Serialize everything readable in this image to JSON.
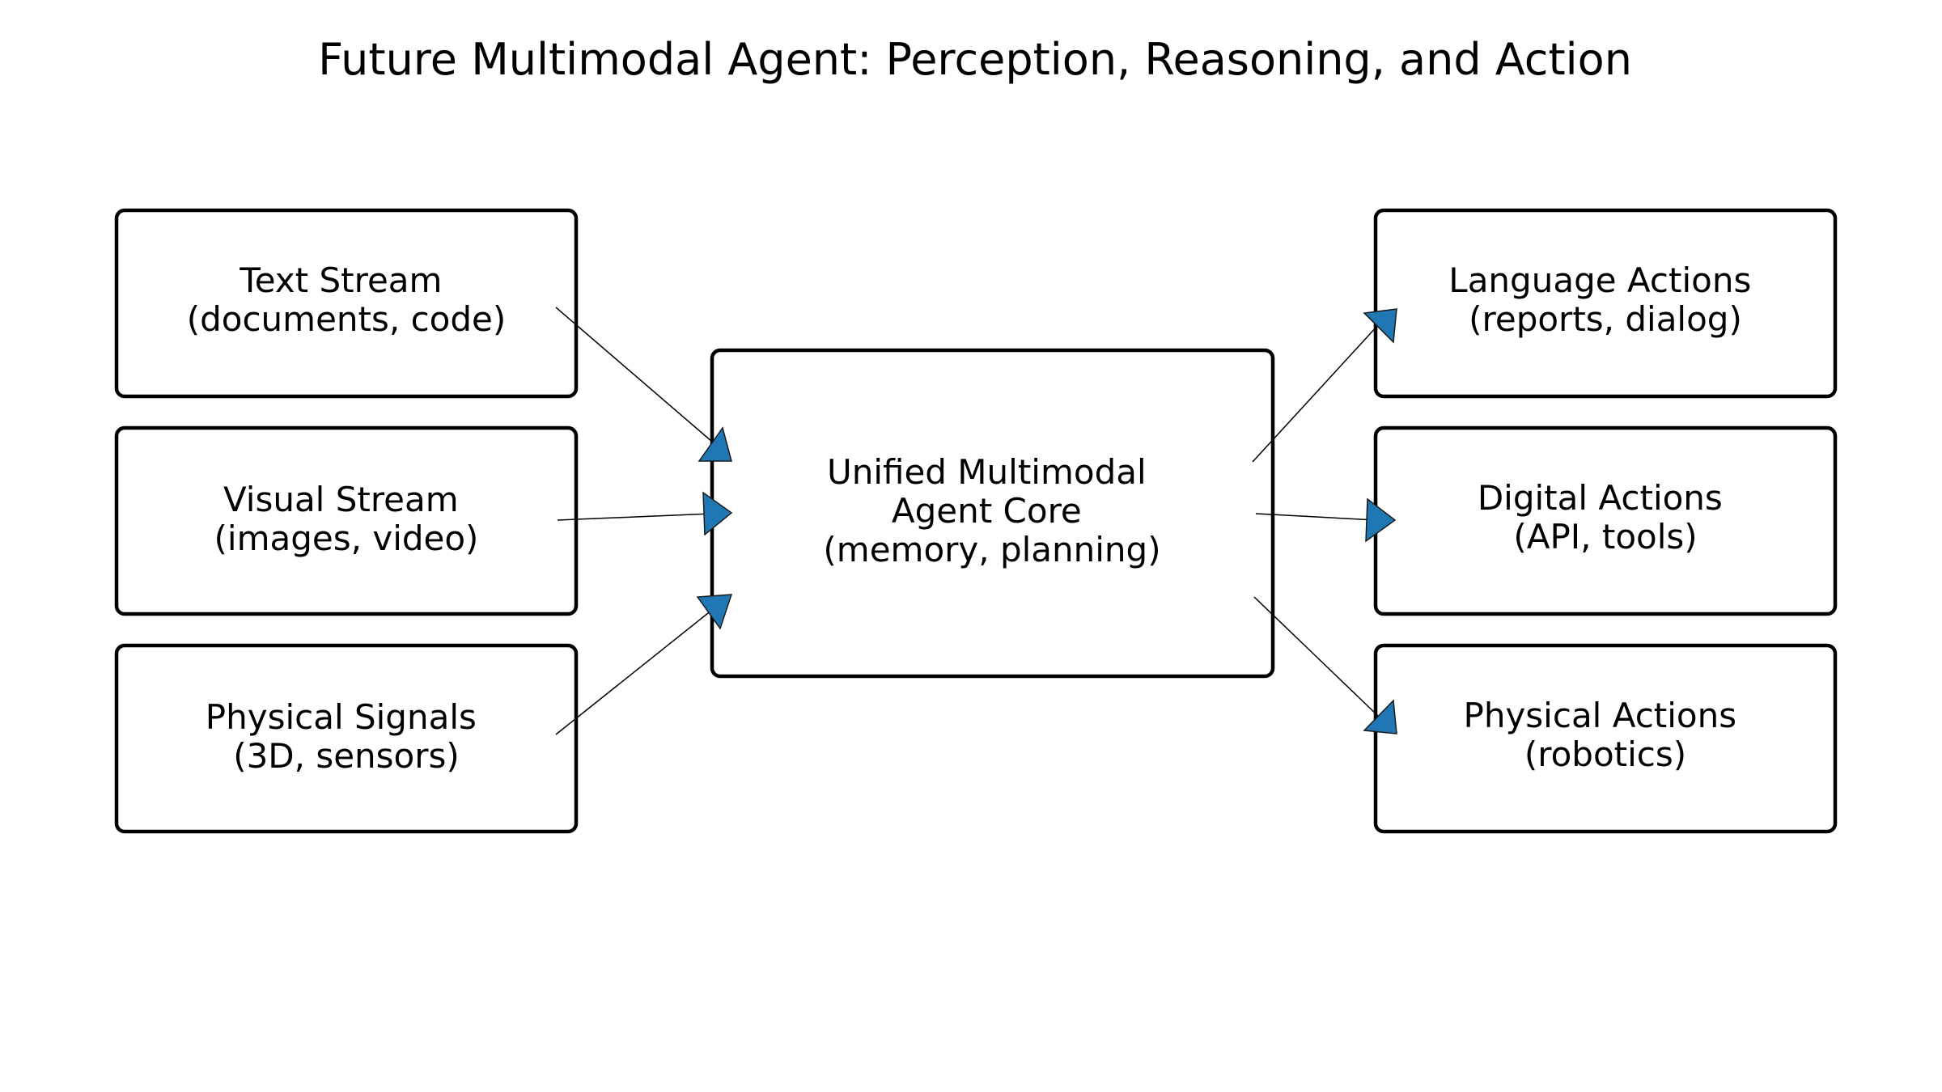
{
  "title": "Future Multimodal Agent: Perception, Reasoning, and Action",
  "colors": {
    "arrow_fill": "#1f77b4",
    "box_stroke": "#000000",
    "background": "#ffffff"
  },
  "inputs": [
    {
      "name": "text-stream",
      "lines": [
        "Text Stream",
        "(documents, code)"
      ]
    },
    {
      "name": "visual-stream",
      "lines": [
        "Visual Stream",
        "(images, video)"
      ]
    },
    {
      "name": "physical-signals",
      "lines": [
        "Physical Signals",
        "(3D, sensors)"
      ]
    }
  ],
  "core": {
    "name": "agent-core",
    "lines": [
      "Unified Multimodal",
      "Agent Core",
      "(memory, planning)"
    ]
  },
  "outputs": [
    {
      "name": "language-actions",
      "lines": [
        "Language Actions",
        "(reports, dialog)"
      ]
    },
    {
      "name": "digital-actions",
      "lines": [
        "Digital Actions",
        "(API, tools)"
      ]
    },
    {
      "name": "physical-actions",
      "lines": [
        "Physical Actions",
        "(robotics)"
      ]
    }
  ]
}
